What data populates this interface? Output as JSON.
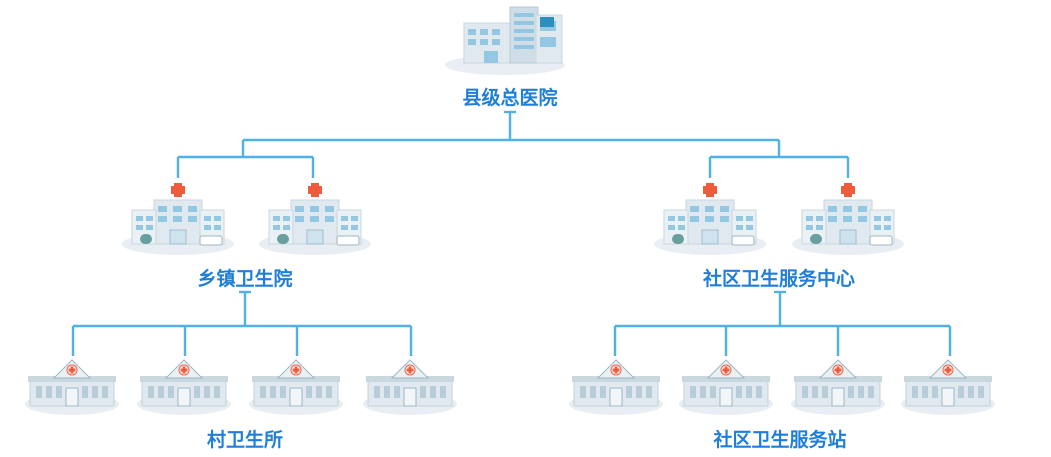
{
  "colors": {
    "line": "#4fb1e6",
    "label": "#1f7fd6",
    "building": "#dfe9ef",
    "window": "#93c7e2",
    "cross": "#f05a3d",
    "shadow": "#e8eef3"
  },
  "nodes": {
    "county": {
      "label": "县级总医院",
      "icon": "county-hospital-icon"
    },
    "township": {
      "label": "乡镇卫生院",
      "icon": "township-hospital-icon"
    },
    "community_center": {
      "label": "社区卫生服务中心",
      "icon": "community-center-icon"
    },
    "village": {
      "label": "村卫生所",
      "icon": "village-clinic-icon"
    },
    "community_station": {
      "label": "社区卫生服务站",
      "icon": "community-station-icon"
    }
  }
}
